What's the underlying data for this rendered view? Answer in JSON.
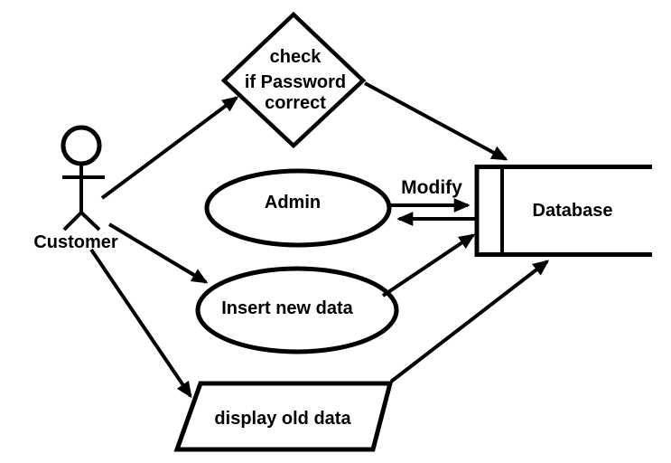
{
  "colors": {
    "background": "#ffffff",
    "ink": "#000000"
  },
  "actor": {
    "label": "Customer"
  },
  "decision": {
    "lines": [
      "check",
      "if Password",
      "correct"
    ]
  },
  "usecases": {
    "admin": {
      "label": "Admin"
    },
    "insert": {
      "label": "Insert new data"
    }
  },
  "io": {
    "label": "display old data"
  },
  "datastore": {
    "label": "Database"
  },
  "edges": {
    "modify_label": "Modify"
  }
}
